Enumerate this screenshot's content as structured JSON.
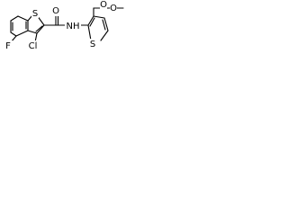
{
  "diagram_type": "chemical-structure",
  "atoms": {
    "s_left": "S",
    "s_right": "S",
    "o_methoxy": "O",
    "o_carbonyl": "O",
    "o_amide": "O",
    "nh": "NH",
    "cl": "Cl",
    "f": "F"
  },
  "colors": {
    "bond": "#000000",
    "label": "#000000",
    "background": "#ffffff"
  }
}
